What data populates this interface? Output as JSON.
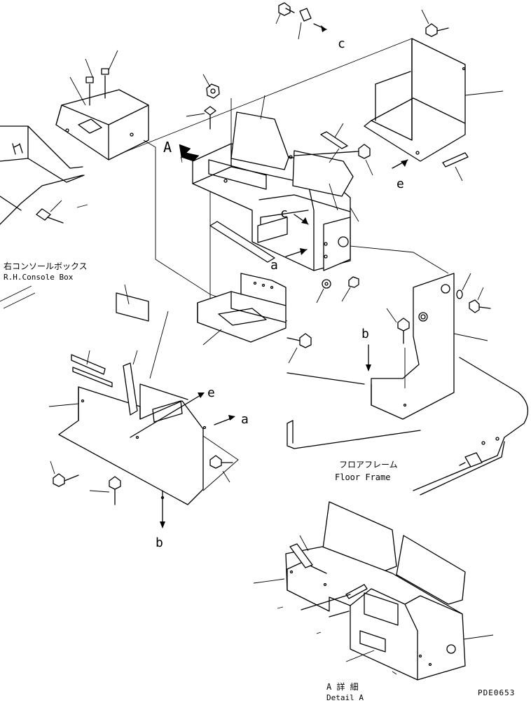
{
  "labels": {
    "rh_console_box_jp": "右コンソールボックス",
    "rh_console_box_en": "R.H.Console Box",
    "floor_frame_jp": "フロアフレーム",
    "floor_frame_en": "Floor Frame",
    "detail_a_jp": "A 詳 細",
    "detail_a_en": "Detail A",
    "view_a": "A",
    "drawing_number": "PDE0653"
  },
  "callouts": {
    "a_upper": "a",
    "a_lower": "a",
    "b_upper": "b",
    "b_lower": "b",
    "c_top": "c",
    "c_mid": "c",
    "e_upper": "e",
    "e_lower": "e"
  }
}
